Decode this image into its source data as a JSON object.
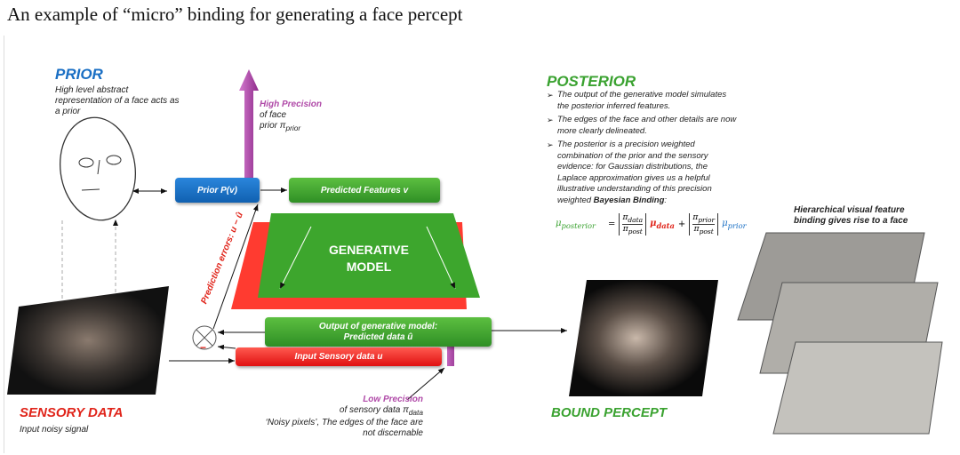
{
  "title": "An example of “micro” binding for generating a face percept",
  "prior": {
    "heading": "PRIOR",
    "desc": "High level abstract representation of a face acts as a prior",
    "box": "Prior P(v)"
  },
  "high_precision": {
    "label": "High Precision",
    "line1": "of face",
    "line2": "prior π",
    "sub": "prior"
  },
  "predicted_features": "Predicted Features v",
  "generative_model": {
    "line1": "GENERATIVE",
    "line2": "MODEL"
  },
  "prediction_errors": "Prediction errors: u − û",
  "output_box": {
    "line1": "Output of generative model:",
    "line2": "Predicted data û"
  },
  "input_box": "Input Sensory data u",
  "minus": "−",
  "low_precision": {
    "label": "Low Precision",
    "line1": "of sensory data π",
    "sub": "data",
    "line2": "‘Noisy pixels’, The edges of the face are",
    "line3": "not discernable"
  },
  "sensory": {
    "heading": "SENSORY DATA",
    "desc": "Input noisy signal"
  },
  "bound": {
    "heading": "BOUND PERCEPT"
  },
  "posterior": {
    "heading": "POSTERIOR",
    "bullets": [
      "The output of the generative model simulates the posterior inferred features.",
      "The edges of the face and other details are now more clearly delineated.",
      "The  posterior is a precision weighted combination of the prior and the sensory evidence: for Gaussian distributions, the Laplace approximation gives us a helpful illustrative understanding of  this precision weighted "
    ],
    "bold": "Bayesian Binding",
    "formula": {
      "lhs": "μ",
      "lhs_sub": "posterior",
      "eq": "=",
      "n1": "π",
      "n1s": "data",
      "d1": "π",
      "d1s": "post",
      "m1": "μ",
      "m1s": "data",
      "plus": "+",
      "n2": "π",
      "n2s": "prior",
      "d2": "π",
      "d2s": "post",
      "m2": "μ",
      "m2s": "prior"
    }
  },
  "hierarchy": {
    "line1": "Hierarchical visual feature",
    "line2": "binding gives rise to a face"
  },
  "colors": {
    "blue": "#1a6fc4",
    "green": "#3aa230",
    "red": "#e0241a",
    "purple": "#b04aa8"
  }
}
